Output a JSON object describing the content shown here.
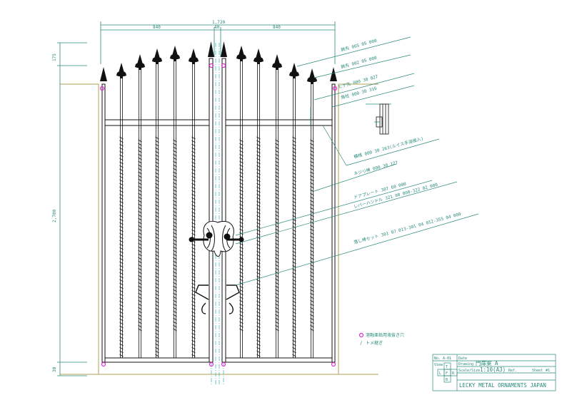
{
  "drawing": {
    "dimensions": {
      "overall_width": "1,720",
      "left_leaf": "840",
      "center_gap": "40",
      "right_leaf": "840",
      "top_height": "175",
      "total_height": "2,700",
      "bottom_height": "30"
    },
    "callouts": [
      "飾先 065 05 000",
      "飾先 002 05 000",
      "ヒゲ先 000 30 027",
      "角柱 000 30 316",
      "横桟 000 30 263(ルイス手溶接入)",
      "ネジリ棒 000 30 127",
      "ドアプレート 307 60 000",
      "レバーハンドル 321 00 000-322 02 000",
      "落し棒セット 301 07 013-301 04 012-355 04 000"
    ],
    "legend": {
      "hole_note": "溶融亜鉛用液抜き穴",
      "weld_note": "トメ継ぎ"
    },
    "title_block": {
      "no_label": "No.",
      "no_value": "A-01",
      "date_label": "Date",
      "view_top": "T",
      "view_left": "L",
      "view_front": "F",
      "view_right": "R",
      "view_bottom": "B",
      "view_label": "View",
      "drawing_label": "Drawing",
      "drawing_title": "門扉案 A",
      "scale_label": "Scale/Size",
      "scale_value": "1:10(A3)",
      "ref_label": "Ref.",
      "sheet_label": "Sheet",
      "sheet_value": "#1",
      "company": "LECKY METAL ORNAMENTS JAPAN"
    },
    "colors": {
      "dimension_lines": "#2a8a7a",
      "steel": "#111111",
      "wall": "#b0a050",
      "center_lines": "#30b0c0",
      "drain_holes": "#e030d0"
    }
  }
}
